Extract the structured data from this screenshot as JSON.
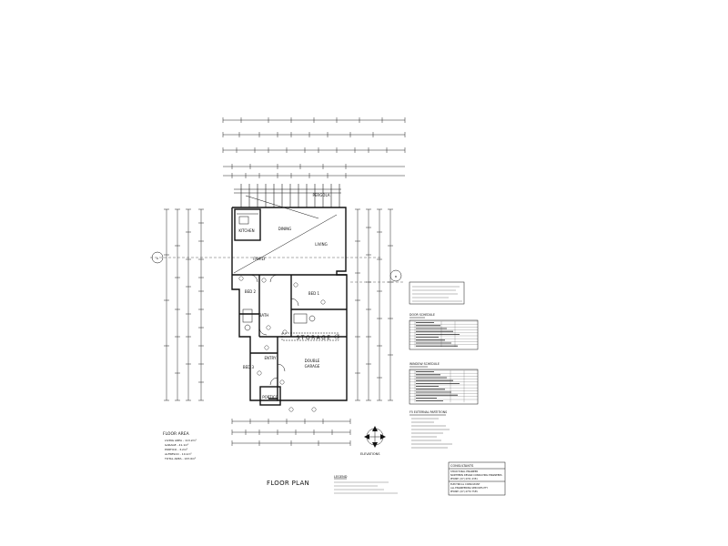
{
  "sheet_title": "FLOOR PLAN",
  "rooms": {
    "kitchen": "KITCHEN",
    "dining": "DINING",
    "living": "LIVING",
    "family": "FAMILY",
    "pergola": "PERGOLA",
    "bed2": "BED 2",
    "bed1": "BED 1",
    "bath": "BATH",
    "storage": "STORAGE",
    "garage_line1": "DOUBLE",
    "garage_line2": "GARAGE",
    "bed3": "BED 3",
    "entry": "ENTRY",
    "portico": "PORTICO"
  },
  "floor_area": {
    "heading": "FLOOR AREA",
    "lines": [
      "LIVING AREA - 113.2m²",
      "GARAGE - 41.1m²",
      "PORTICO - 3.2m²",
      "ALFRESCO - 10.1m²",
      "TOTAL AREA - 167.6m²"
    ]
  },
  "elevations_label": "ELEVATIONS",
  "legend_heading": "LEGEND",
  "door_schedule_heading": "DOOR SCHEDULE",
  "window_schedule_heading": "WINDOW SCHEDULE",
  "partitions_heading": "F5 EXTERNAL PARTITIONS",
  "consultants": {
    "heading": "CONSULTANTS",
    "lines": [
      "STRUCTURAL ENGINEER",
      "NORTHERN DESIGN CONSULTING ENGINEERS",
      "PHONE: (07) 4721 4351",
      "ELECTRICAL CONSULTANT",
      "ALL ENGINEERING SERVICES PTY",
      "PHONE: (07) 4779 7555"
    ]
  },
  "grid_labels": {
    "left": "A",
    "right": "B"
  }
}
